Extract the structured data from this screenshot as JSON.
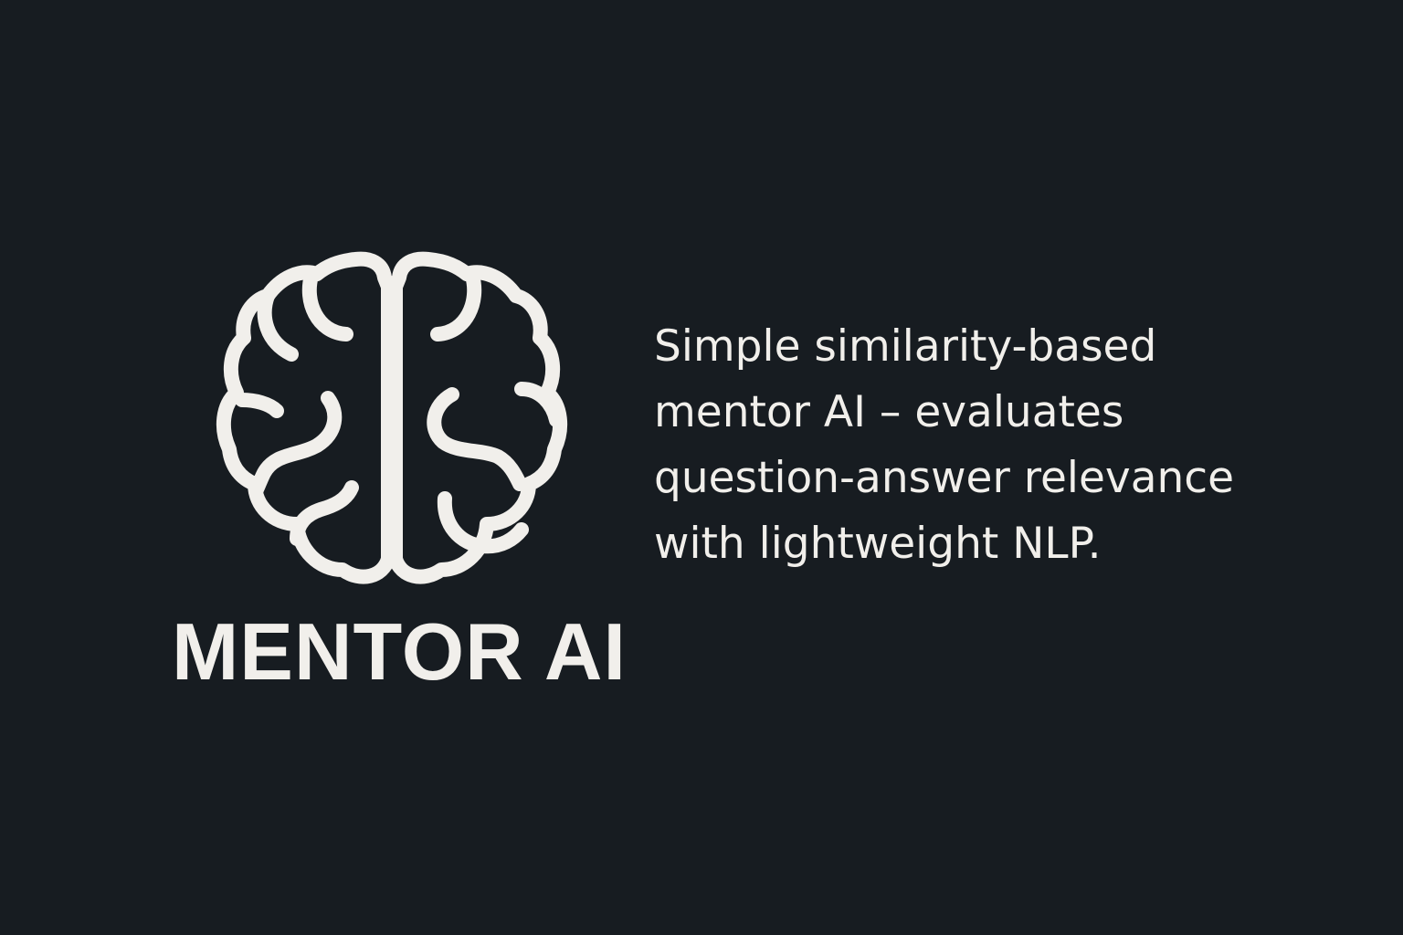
{
  "logo": {
    "icon": "brain-icon",
    "title": "MENTOR AI"
  },
  "tagline": {
    "lines": [
      "Simple similarity-based",
      "mentor AI – evaluates",
      "question-answer relevance",
      "with lightweight NLP."
    ]
  },
  "colors": {
    "background": "#171c21",
    "foreground": "#f1efeb"
  }
}
